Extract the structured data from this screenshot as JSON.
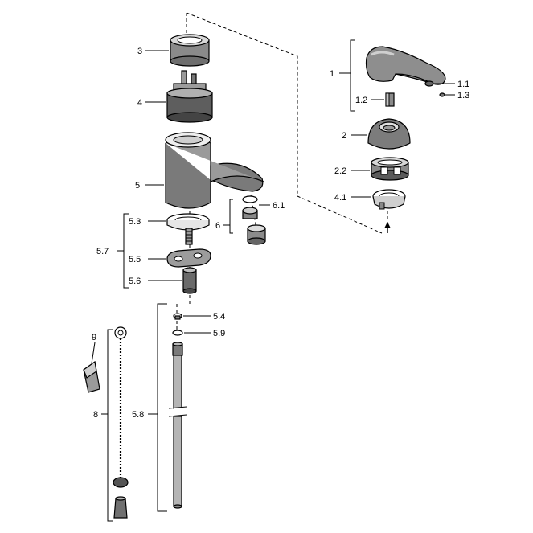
{
  "labels": {
    "l3": "3",
    "l4": "4",
    "l5": "5",
    "l53": "5.3",
    "l57": "5.7",
    "l55": "5.5",
    "l56": "5.6",
    "l54": "5.4",
    "l59": "5.9",
    "l58": "5.8",
    "l9": "9",
    "l8": "8",
    "l6": "6",
    "l61": "6.1",
    "l1": "1",
    "l11": "1.1",
    "l13": "1.3",
    "l12": "1.2",
    "l2": "2",
    "l22": "2.2",
    "l41": "4.1"
  }
}
